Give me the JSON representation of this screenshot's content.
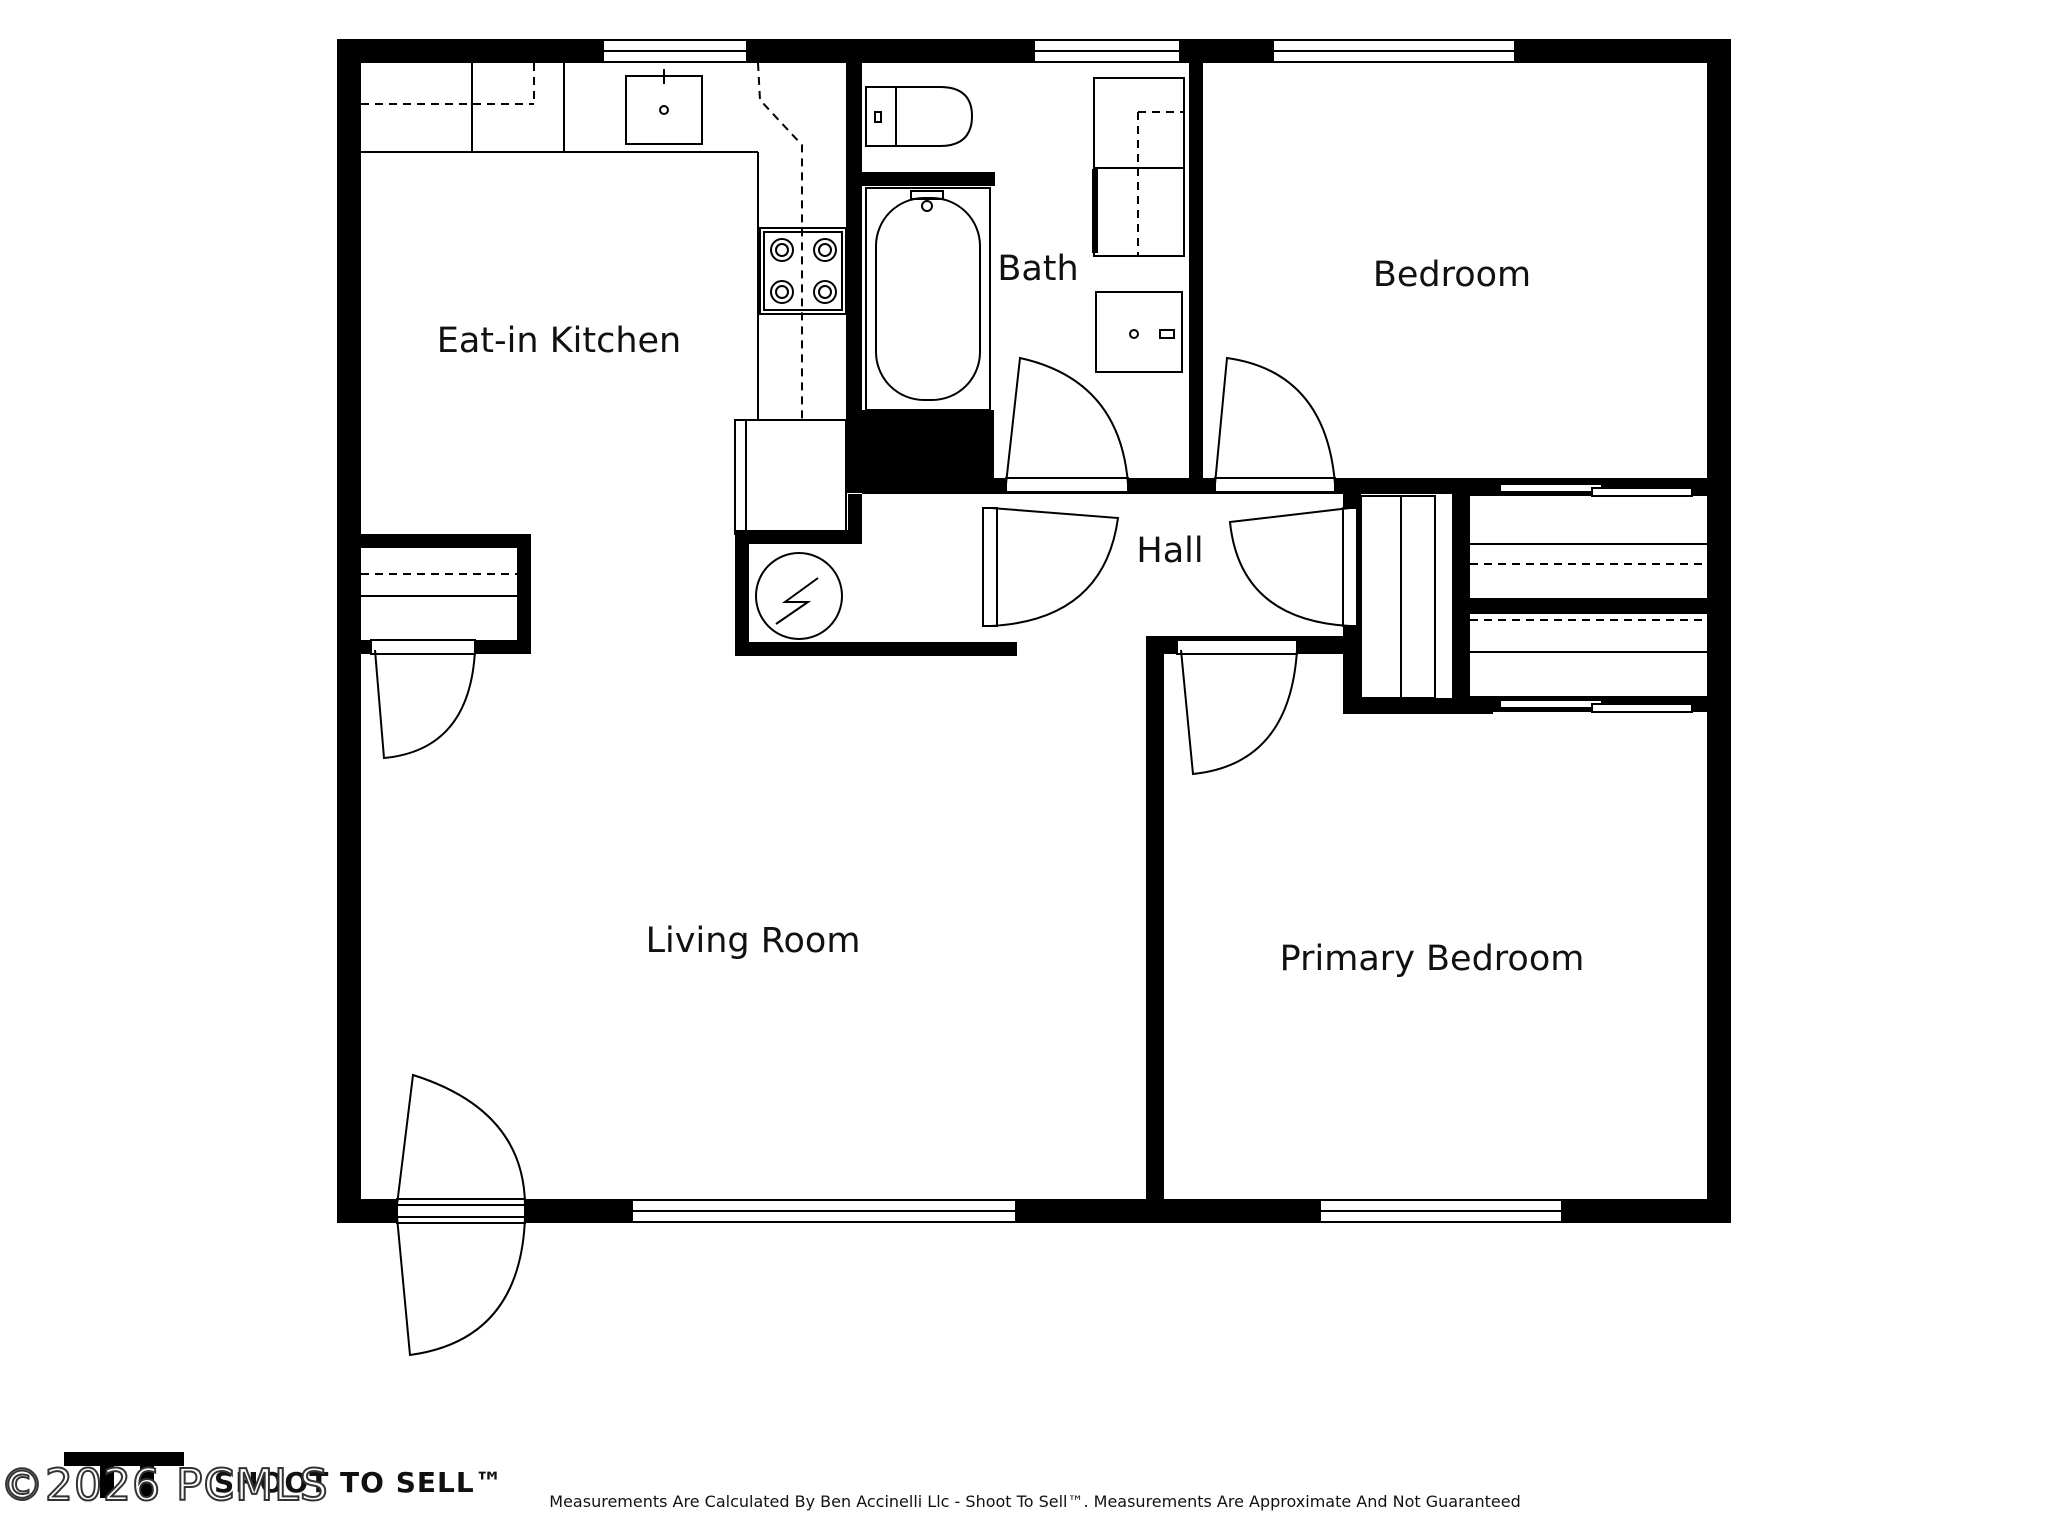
{
  "rooms": {
    "kitchen": "Eat-in Kitchen",
    "bath": "Bath",
    "bedroom": "Bedroom",
    "hall": "Hall",
    "living": "Living Room",
    "primary": "Primary Bedroom"
  },
  "footer": {
    "note": "Measurements Are Calculated By Ben Accinelli Llc - Shoot To Sell™. Measurements Are Approximate And Not Guaranteed",
    "brand": "SHOOT TO SELL™",
    "watermark": "©2026 PCMLS"
  }
}
